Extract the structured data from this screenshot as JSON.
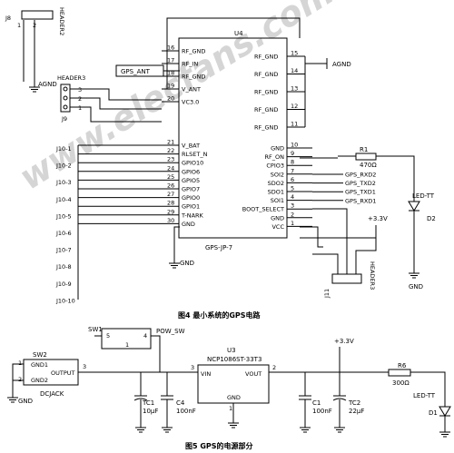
{
  "fig4": {
    "caption": "图4  最小系统的GPS电路",
    "u4": {
      "ref": "U4",
      "model": "GPS-JP-7",
      "left_pins": [
        {
          "num": "16",
          "name": "RF_GND"
        },
        {
          "num": "17",
          "name": "RF_IN"
        },
        {
          "num": "18",
          "name": "RF_GND"
        },
        {
          "num": "19",
          "name": "V_ANT"
        },
        {
          "num": "20",
          "name": "VC3.0"
        },
        {
          "num": "21",
          "name": "V_BAT"
        },
        {
          "num": "22",
          "name": "RLSET_N"
        },
        {
          "num": "23",
          "name": "GPIO10"
        },
        {
          "num": "24",
          "name": "GPIO6"
        },
        {
          "num": "25",
          "name": "GPIO5"
        },
        {
          "num": "26",
          "name": "GPIO7"
        },
        {
          "num": "27",
          "name": "GPIO0"
        },
        {
          "num": "28",
          "name": "GPIO1"
        },
        {
          "num": "29",
          "name": "T-NARK"
        },
        {
          "num": "30",
          "name": "GND"
        }
      ],
      "right_top_pins": [
        {
          "num": "15",
          "name": "RF_GND"
        },
        {
          "num": "14",
          "name": "RF_GND"
        },
        {
          "num": "13",
          "name": "RF_GND"
        },
        {
          "num": "12",
          "name": "RF_GND"
        },
        {
          "num": "11",
          "name": "RF_GND"
        }
      ],
      "right_bottom_pins": [
        {
          "num": "10",
          "name": "GND"
        },
        {
          "num": "9",
          "name": "RF_ON"
        },
        {
          "num": "8",
          "name": "CPIO3"
        },
        {
          "num": "7",
          "name": "SOI2"
        },
        {
          "num": "6",
          "name": "SDO2"
        },
        {
          "num": "5",
          "name": "SDO1"
        },
        {
          "num": "4",
          "name": "SOI1"
        },
        {
          "num": "3",
          "name": "BOOT_SELECT"
        },
        {
          "num": "2",
          "name": "GND"
        },
        {
          "num": "1",
          "name": "VCC"
        }
      ]
    },
    "j8": {
      "ref": "J8",
      "part": "HEADER2",
      "pin1": "1",
      "pin2": "2"
    },
    "j9": {
      "ref": "J9",
      "part": "HEADER3",
      "pin1": "1",
      "pin2": "2",
      "pin3": "3"
    },
    "j11": {
      "ref": "J11",
      "part": "HEADER3"
    },
    "j10_labels": [
      "J10-1",
      "J10-2",
      "J10-3",
      "J10-4",
      "J10-5",
      "J10-6",
      "J10-7",
      "J10-8",
      "J10-9",
      "J10-10"
    ],
    "gps_ant": "GPS_ANT",
    "agnd": "AGND",
    "gnd": "GND",
    "gps_signals": [
      "GPS_RXD2",
      "GPS_TXD2",
      "GPS_TXD1",
      "GPS_RXD1"
    ],
    "r1": {
      "ref": "R1",
      "value": "470Ω"
    },
    "led": {
      "name": "LED-TT",
      "ref": "D2"
    },
    "supply": "+3.3V",
    "watermark": "www.elecfans.com"
  },
  "fig5": {
    "caption": "图5  GPS的电源部分",
    "sw1": {
      "ref": "SW1",
      "name": "POW_SW",
      "p5": "5",
      "p4": "4",
      "p1": "1"
    },
    "sw2": {
      "ref": "SW2",
      "name": "DCJACK",
      "pin1": "GND1",
      "pin2": "GND2",
      "out": "OUTPUT",
      "n1": "1",
      "n2": "2",
      "n3": "3"
    },
    "u3": {
      "ref": "U3",
      "model": "NCP1086ST-33T3",
      "vin": "VIN",
      "vout": "VOUT",
      "gnd": "GND",
      "n1": "1",
      "n2": "2",
      "n3": "3"
    },
    "tc1": {
      "ref": "TC1",
      "value": "10μF"
    },
    "c4": {
      "ref": "C4",
      "value": "100nF"
    },
    "c1": {
      "ref": "C1",
      "value": "100nF"
    },
    "tc2": {
      "ref": "TC2",
      "value": "22μF"
    },
    "r6": {
      "ref": "R6",
      "value": "300Ω"
    },
    "led": {
      "name": "LED-TT",
      "ref": "D1"
    },
    "supply": "+3.3V",
    "gnd": "GND"
  }
}
